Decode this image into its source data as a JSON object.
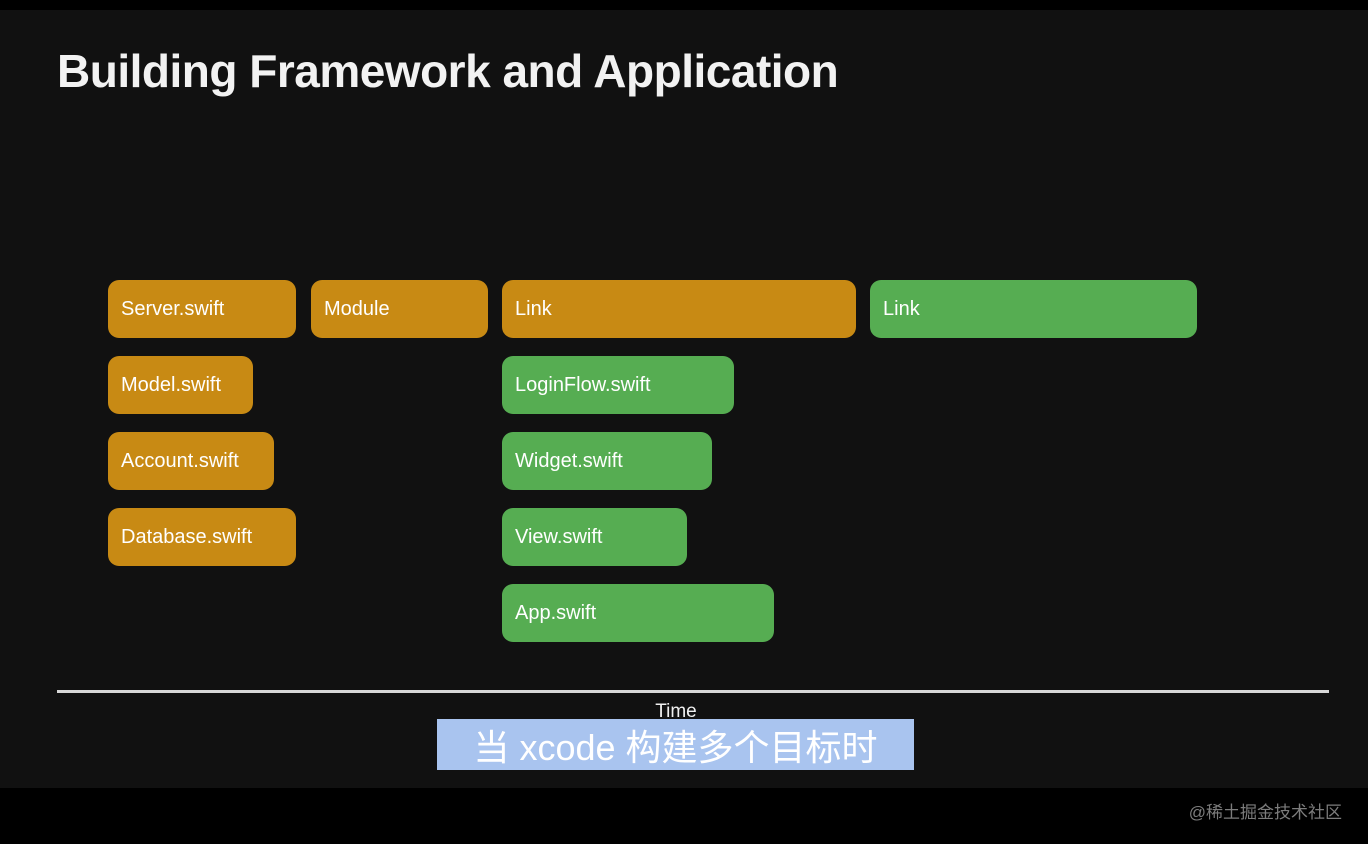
{
  "title": "Building Framework and Application",
  "axis_label": "Time",
  "subtitle": "当 xcode 构建多个目标时",
  "watermark": "@稀土掘金技术社区",
  "colors": {
    "framework": "#c88a14",
    "application": "#56ad52",
    "background": "#111111",
    "subtitle_highlight": "#a9c4ef"
  },
  "framework_tasks": [
    "Server.swift",
    "Model.swift",
    "Account.swift",
    "Database.swift",
    "Module",
    "Link"
  ],
  "application_tasks": [
    "LoginFlow.swift",
    "Widget.swift",
    "View.swift",
    "App.swift",
    "Link"
  ]
}
